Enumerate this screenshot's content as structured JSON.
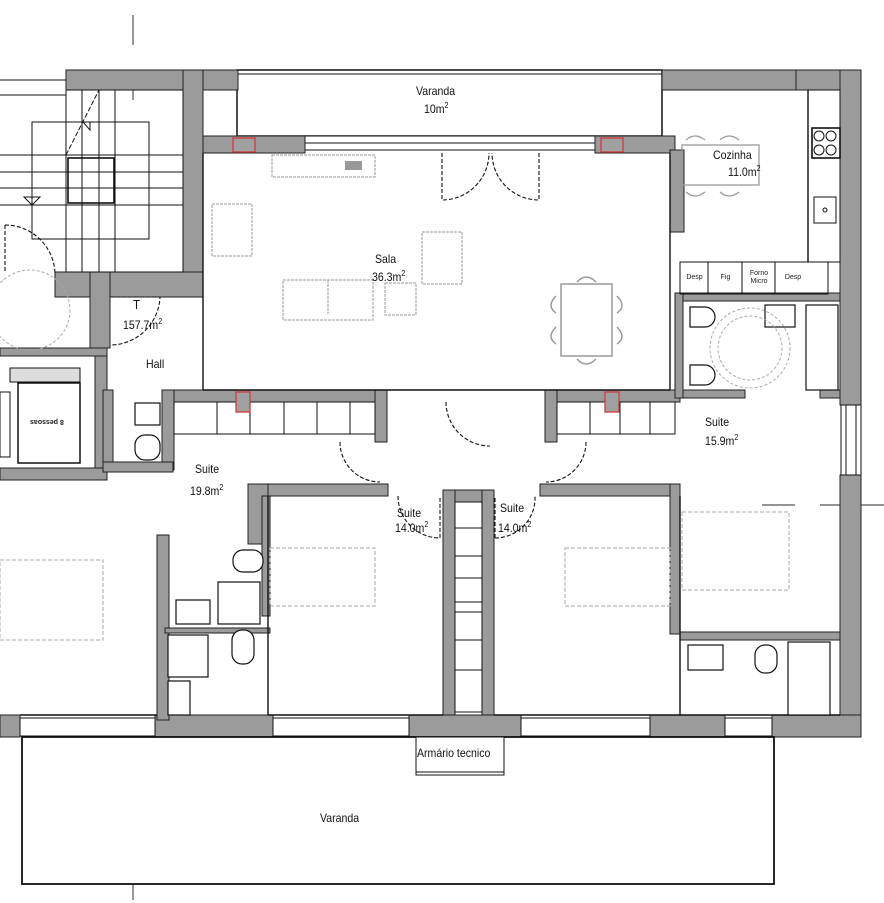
{
  "plan": {
    "wall_color": "#9b9b9b",
    "line_color": "#111111",
    "furniture_color": "#9a9a9a",
    "marker_color": "#d03a3a"
  },
  "rooms": {
    "varanda_top": {
      "name": "Varanda",
      "area": "10m",
      "unit_sup": "2"
    },
    "cozinha": {
      "name": "Cozinha",
      "area": "11.0m",
      "unit_sup": "2"
    },
    "sala": {
      "name": "Sala",
      "area": "36.3m",
      "unit_sup": "2"
    },
    "hall": {
      "name": "Hall"
    },
    "total": {
      "symbol": "T",
      "area": "157.7m",
      "unit_sup": "2"
    },
    "suite_left": {
      "name": "Suite",
      "area": "19.8m",
      "unit_sup": "2"
    },
    "suite_mid_left": {
      "name": "Suite",
      "area": "14.0m",
      "unit_sup": "2"
    },
    "suite_mid_right": {
      "name": "Suite",
      "area": "14.0m",
      "unit_sup": "2"
    },
    "suite_right": {
      "name": "Suite",
      "area": "15.9m",
      "unit_sup": "2"
    },
    "armario": {
      "name": "Armário tecnico"
    },
    "varanda_bottom": {
      "name": "Varanda"
    }
  },
  "kitchen_units": [
    {
      "label": "Desp"
    },
    {
      "label": "Fig"
    },
    {
      "label": "Forno Micro"
    },
    {
      "label": "Desp"
    }
  ],
  "elevator": {
    "label": "8 pessoas"
  }
}
